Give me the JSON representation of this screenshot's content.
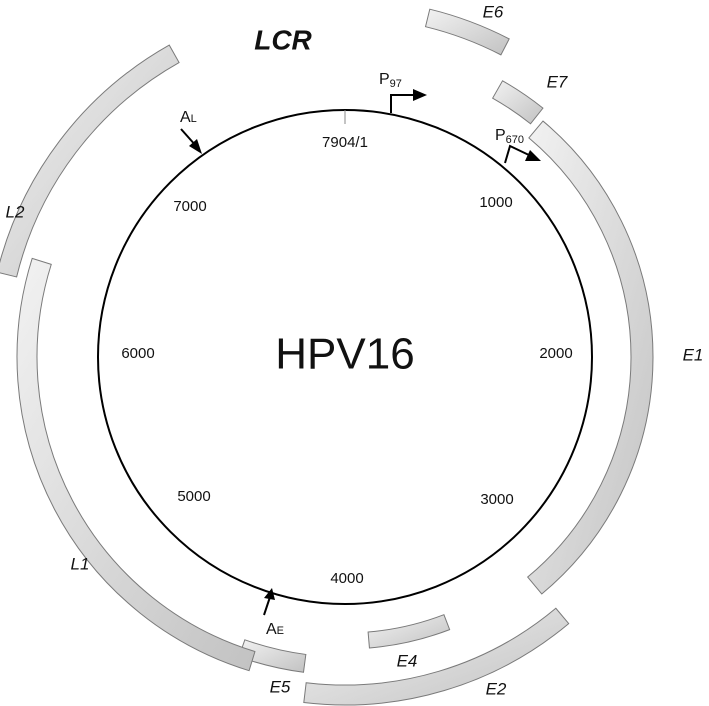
{
  "title": "HPV16",
  "region_label": "LCR",
  "origin_label": "7904/1",
  "colors": {
    "bar_light": "#f2f2f2",
    "bar_dark": "#c2c2c2",
    "line": "#000000"
  },
  "positions": [
    {
      "label": "1000",
      "bp": 1000
    },
    {
      "label": "2000",
      "bp": 2000
    },
    {
      "label": "3000",
      "bp": 3000
    },
    {
      "label": "4000",
      "bp": 4000
    },
    {
      "label": "5000",
      "bp": 5000
    },
    {
      "label": "6000",
      "bp": 6000
    },
    {
      "label": "7000",
      "bp": 7000
    }
  ],
  "genes": [
    {
      "name": "E6"
    },
    {
      "name": "E7"
    },
    {
      "name": "E1"
    },
    {
      "name": "E2"
    },
    {
      "name": "E4"
    },
    {
      "name": "E5"
    },
    {
      "name": "L1"
    },
    {
      "name": "L2"
    }
  ],
  "promoters": [
    {
      "main": "P",
      "sub": "97"
    },
    {
      "main": "P",
      "sub": "670"
    }
  ],
  "polyA": [
    {
      "main": "A",
      "sub": "L"
    },
    {
      "main": "A",
      "sub": "E"
    }
  ]
}
